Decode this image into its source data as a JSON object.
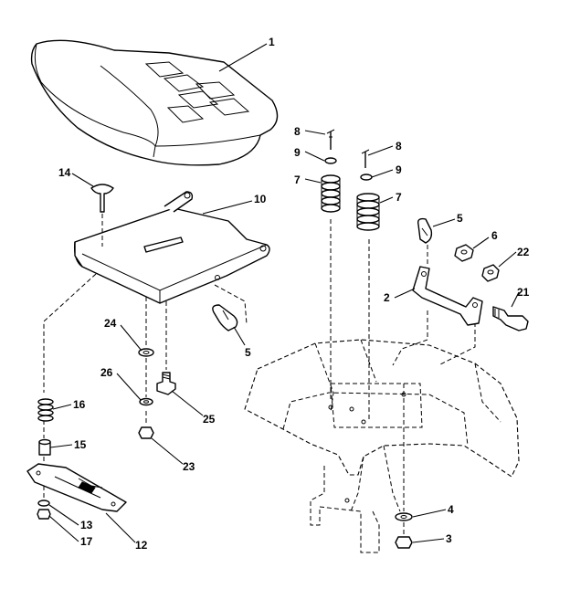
{
  "callouts": {
    "c1": "1",
    "c2": "2",
    "c3": "3",
    "c4": "4",
    "c5a": "5",
    "c5b": "5",
    "c6": "6",
    "c7a": "7",
    "c7b": "7",
    "c8a": "8",
    "c8b": "8",
    "c9a": "9",
    "c9b": "9",
    "c10": "10",
    "c12": "12",
    "c13": "13",
    "c14": "14",
    "c15": "15",
    "c16": "16",
    "c17": "17",
    "c21": "21",
    "c22": "22",
    "c23": "23",
    "c24": "24",
    "c25": "25",
    "c26": "26"
  }
}
